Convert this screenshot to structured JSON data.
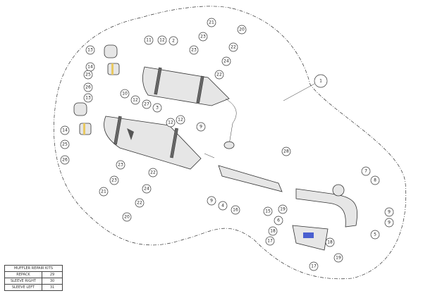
{
  "callouts": [
    "1",
    "2",
    "11",
    "12",
    "13",
    "14",
    "25",
    "26",
    "13",
    "10",
    "12",
    "27",
    "3",
    "12",
    "12",
    "9",
    "14",
    "25",
    "26",
    "21",
    "20",
    "23",
    "22",
    "23",
    "24",
    "22",
    "23",
    "22",
    "24",
    "23",
    "21",
    "22",
    "20",
    "9",
    "28",
    "7",
    "8",
    "4",
    "16",
    "15",
    "19",
    "6",
    "9",
    "9",
    "5",
    "18",
    "17",
    "18",
    "19",
    "17"
  ],
  "repair_kits": {
    "title": "MUFFLER REPAIR KITS",
    "rows": [
      {
        "label": "REPACK",
        "value": "29"
      },
      {
        "label": "SLEEVE RIGHT",
        "value": "30"
      },
      {
        "label": "SLEEVE LEFT",
        "value": "31"
      }
    ]
  }
}
